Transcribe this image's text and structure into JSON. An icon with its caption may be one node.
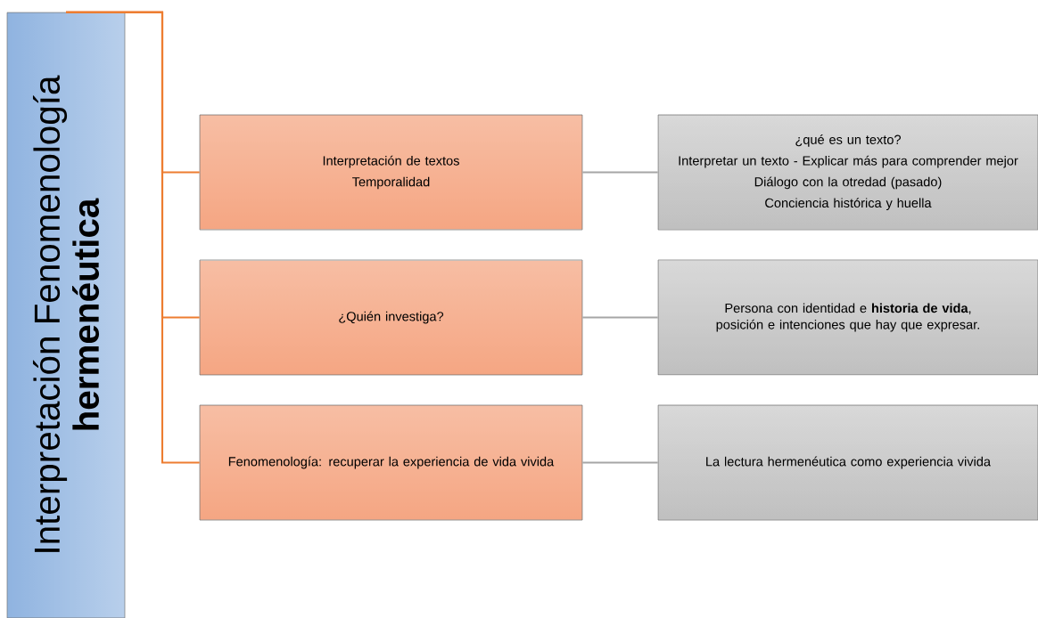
{
  "diagram": {
    "nodes": [
      {
        "text": [
          "Interpretación Fenomenología",
          "hermenéutica"
        ]
      },
      {
        "text": [
          "Interpretación de textos",
          "Temporalidad"
        ]
      },
      {
        "text": [
          "¿Quién investiga?"
        ]
      },
      {
        "text": [
          "Fenomenología: recuperar la experiencia de vida vivida"
        ]
      },
      {
        "text": [
          "¿qué es un texto?",
          "Interpretar un texto - Explicar más para comprender mejor",
          "Diálogo con la otredad (pasado)",
          "Conciencia histórica y huella"
        ]
      },
      {
        "text": [
          "Persona con identidad e **historia de vida**, posición e intenciones que hay que expresar."
        ]
      },
      {
        "text": [
          "La lectura hermenéutica como experiencia vivida"
        ]
      }
    ],
    "edges": [
      {
        "from": 0,
        "to": 1,
        "arrow": "none",
        "color": "#ed7d31"
      },
      {
        "from": 0,
        "to": 2,
        "arrow": "none",
        "color": "#ed7d31"
      },
      {
        "from": 0,
        "to": 3,
        "arrow": "none",
        "color": "#ed7d31"
      },
      {
        "from": 1,
        "to": 4,
        "arrow": "none",
        "color": "#a6a6a6"
      },
      {
        "from": 2,
        "to": 5,
        "arrow": "none",
        "color": "#a6a6a6"
      },
      {
        "from": 3,
        "to": 6,
        "arrow": "none",
        "color": "#a6a6a6"
      }
    ]
  }
}
